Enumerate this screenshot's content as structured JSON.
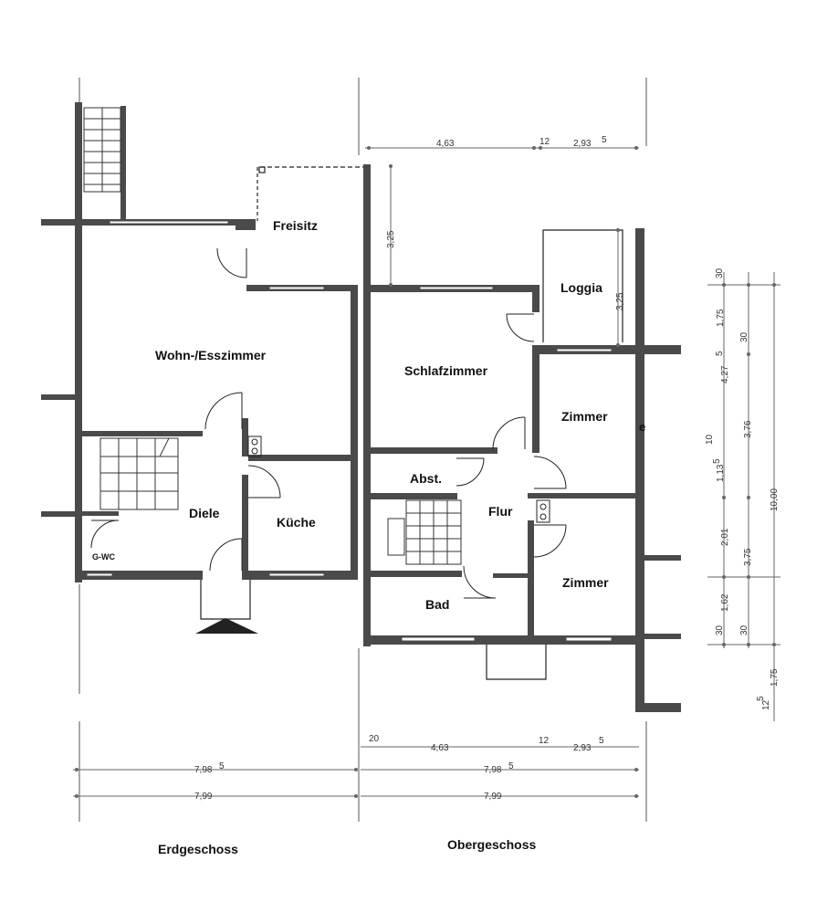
{
  "rooms": {
    "freisitz": "Freisitz",
    "wohn": "Wohn-/Esszimmer",
    "diele": "Diele",
    "kueche": "Küche",
    "gwc": "G-WC",
    "loggia": "Loggia",
    "schlaf": "Schlafzimmer",
    "zimmer1": "Zimmer",
    "zimmer2": "Zimmer",
    "abst": "Abst.",
    "flur": "Flur",
    "bad": "Bad",
    "stray": "e"
  },
  "dimensions": {
    "top_left": "4,63",
    "top_12": "12",
    "top_right": "2,93",
    "top_right_sup": "5",
    "freisitz_depth": "3,25",
    "loggia_depth": "3,25",
    "bottom_left": "4,63",
    "bottom_12": "12",
    "bottom_right": "2,93",
    "bottom_right_sup": "5",
    "bottom_20": "20",
    "overall_eg_1": "7,98",
    "overall_eg_1_sup": "5",
    "overall_og_1": "7,98",
    "overall_og_1_sup": "5",
    "overall_eg_2": "7,99",
    "overall_og_2": "7,99",
    "right_30_a": "30",
    "right_175_a": "1,75",
    "right_427": "4,27",
    "right_427_sup": "5",
    "right_30_b": "30",
    "right_376": "3,76",
    "right_10": "10",
    "right_113": "1,13",
    "right_113_sup": "5",
    "right_201": "2,01",
    "right_375": "3,75",
    "right_1000": "10,00",
    "right_162": "1,62",
    "right_30_c": "30",
    "right_30_d": "30",
    "right_175_b": "1,75",
    "right_12": "12",
    "right_12_sup": "5"
  },
  "captions": {
    "erdgeschoss": "Erdgeschoss",
    "obergeschoss": "Obergeschoss"
  },
  "colors": {
    "wall": "#4a4a4a",
    "line": "#222222",
    "dim_line": "#666666"
  }
}
